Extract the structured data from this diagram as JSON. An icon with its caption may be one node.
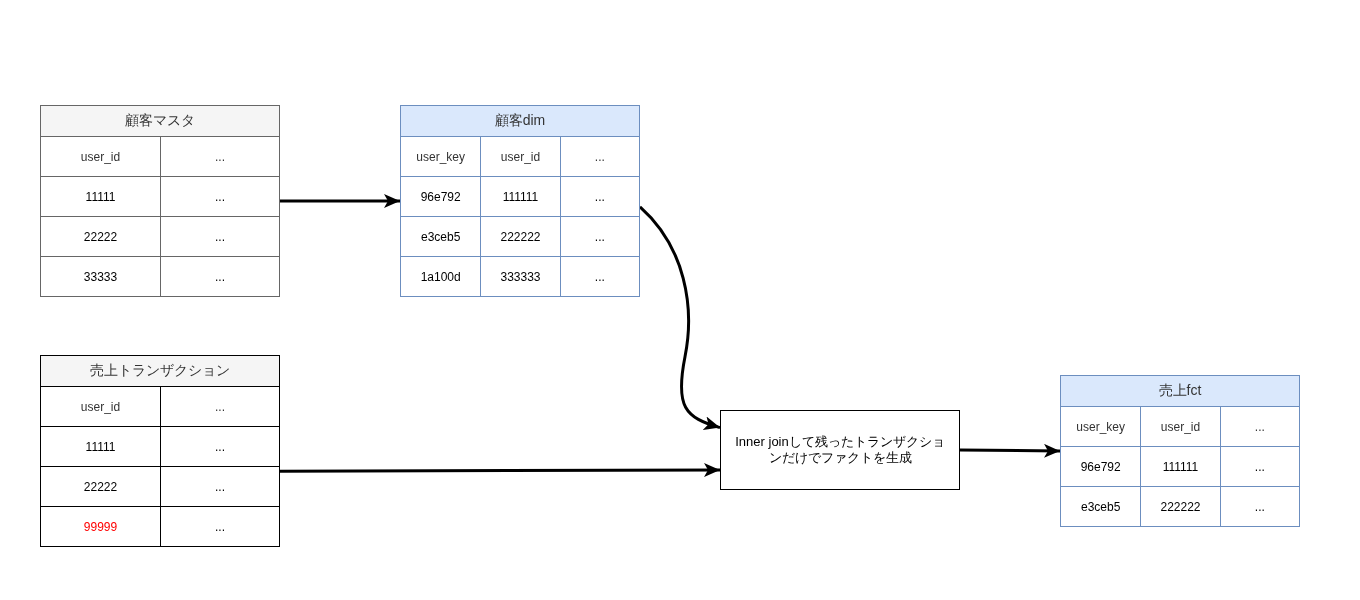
{
  "diagram": {
    "nodes": [
      {
        "text": [
          "顧客マスタ",
          "user_id",
          "...",
          "11111",
          "...",
          "22222",
          "...",
          "33333",
          "..."
        ]
      },
      {
        "text": [
          "顧客dim",
          "user_key",
          "user_id",
          "...",
          "96e792",
          "111111",
          "...",
          "e3ceb5",
          "222222",
          "...",
          "1a100d",
          "333333",
          "..."
        ]
      },
      {
        "text": [
          "売上トランザクション",
          "user_id",
          "...",
          "11111",
          "...",
          "22222",
          "...",
          "99999",
          "..."
        ]
      },
      {
        "text": [
          "Inner joinして残ったトランザクションだけでファクトを生成"
        ]
      },
      {
        "text": [
          "売上fct",
          "user_key",
          "user_id",
          "...",
          "96e792",
          "111111",
          "...",
          "e3ceb5",
          "222222",
          "..."
        ]
      }
    ],
    "edges": [
      {
        "from": 0,
        "to": 1,
        "arrow": "to"
      },
      {
        "from": 1,
        "to": 3,
        "arrow": "to"
      },
      {
        "from": 2,
        "to": 3,
        "arrow": "to"
      },
      {
        "from": 3,
        "to": 4,
        "arrow": "to"
      }
    ]
  }
}
